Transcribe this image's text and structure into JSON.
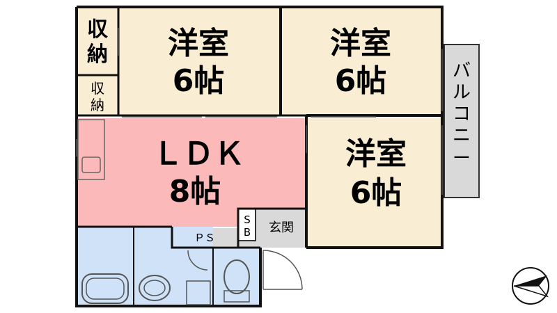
{
  "rooms": {
    "storage_top": {
      "line1": "収",
      "line2": "納"
    },
    "storage_small": {
      "line1": "収",
      "line2": "納"
    },
    "western_room_1": {
      "name": "洋室",
      "size": "6帖"
    },
    "western_room_2": {
      "name": "洋室",
      "size": "6帖"
    },
    "western_room_3": {
      "name": "洋室",
      "size": "6帖"
    },
    "ldk": {
      "name": "ＬＤＫ",
      "size": "8帖"
    },
    "balcony": {
      "chars": [
        "バ",
        "ル",
        "コ",
        "ニ",
        "ー"
      ]
    },
    "shoe_box": {
      "line1": "S",
      "line2": "B"
    },
    "entrance": {
      "name": "玄関"
    },
    "pipe_space": {
      "name": "ＰＳ"
    }
  },
  "colors": {
    "tatami_room": "#f9edd3",
    "ldk": "#fbb9b9",
    "wet_area": "#cfe2f8",
    "balcony": "#d9d9d9",
    "utility": "#d9d9d9",
    "wall": "#111111"
  },
  "compass": {
    "icon": "north-arrow-icon"
  }
}
